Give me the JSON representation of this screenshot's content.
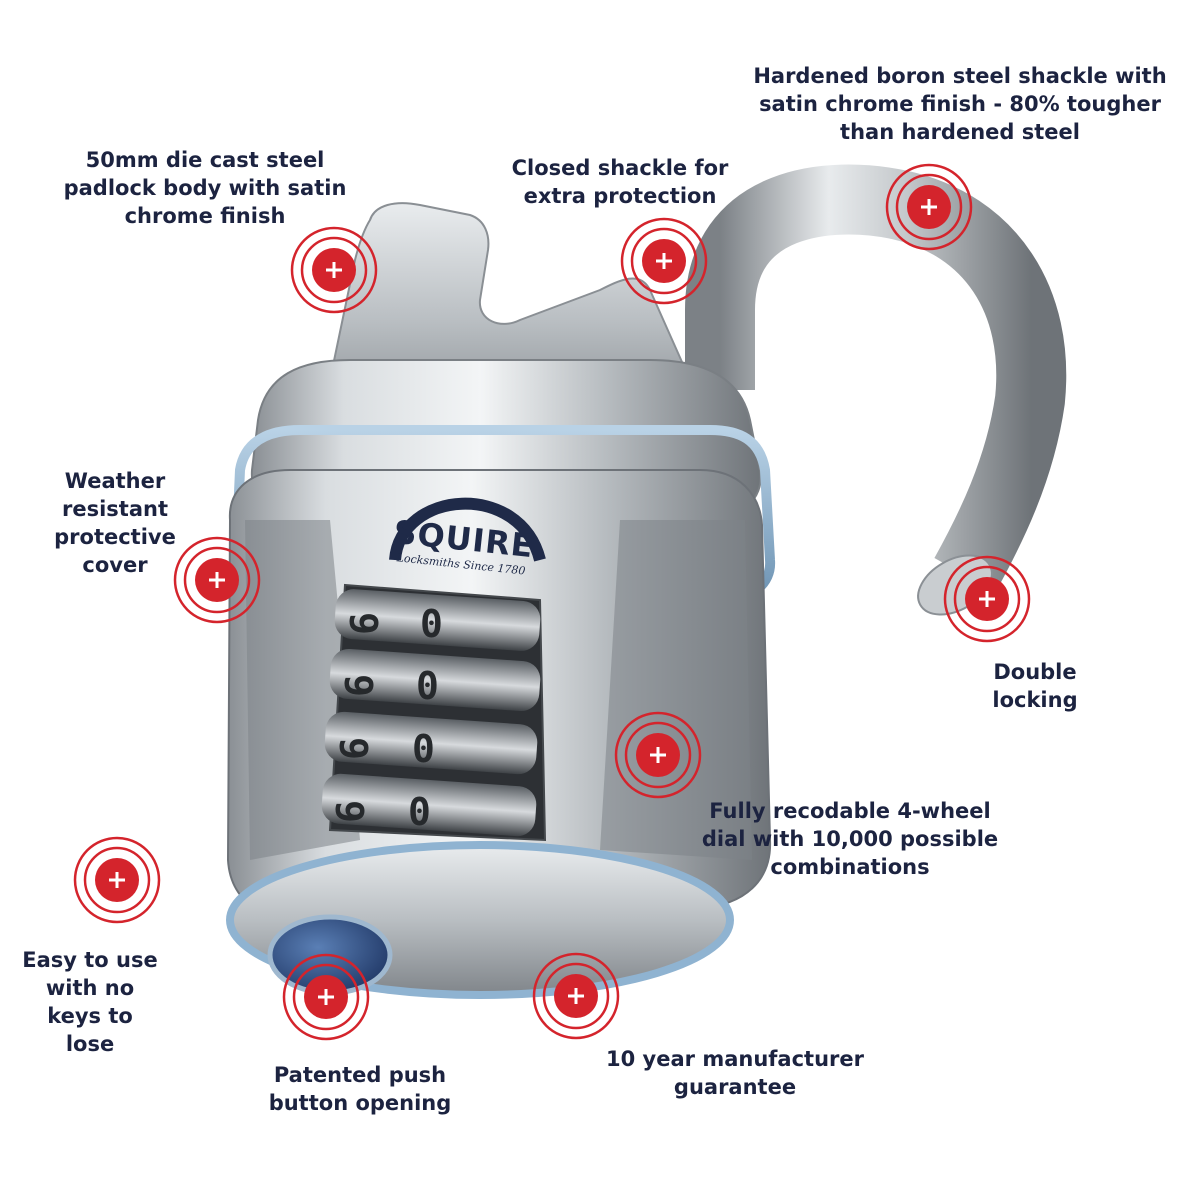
{
  "brand": {
    "logo_text": "SQUIRE",
    "tagline": "Locksmiths Since 1780"
  },
  "features": [
    {
      "id": "shackle",
      "text": "Hardened boron steel shackle with\nsatin chrome finish - 80% tougher\nthan hardened steel"
    },
    {
      "id": "body",
      "text": "50mm die cast steel\npadlock body with satin\nchrome finish"
    },
    {
      "id": "closed",
      "text": "Closed shackle for\nextra protection"
    },
    {
      "id": "cover",
      "text": "Weather\nresistant\nprotective\ncover"
    },
    {
      "id": "double",
      "text": "Double\nlocking"
    },
    {
      "id": "dial",
      "text": "Fully recodable 4-wheel\ndial with 10,000 possible\ncombinations"
    },
    {
      "id": "easy",
      "text": "Easy to use\nwith no\nkeys to\nlose"
    },
    {
      "id": "push",
      "text": "Patented push\nbutton opening"
    },
    {
      "id": "guarantee",
      "text": "10 year manufacturer\nguarantee"
    }
  ],
  "colors": {
    "label_text": "#1c2340",
    "hotspot_red": "#d4242c",
    "chrome_light": "#dfe3e6",
    "chrome_dark": "#6d7278",
    "cover_blue": "#8fb3d1"
  },
  "icons": {
    "hotspot": "plus-in-concentric-rings-icon"
  }
}
